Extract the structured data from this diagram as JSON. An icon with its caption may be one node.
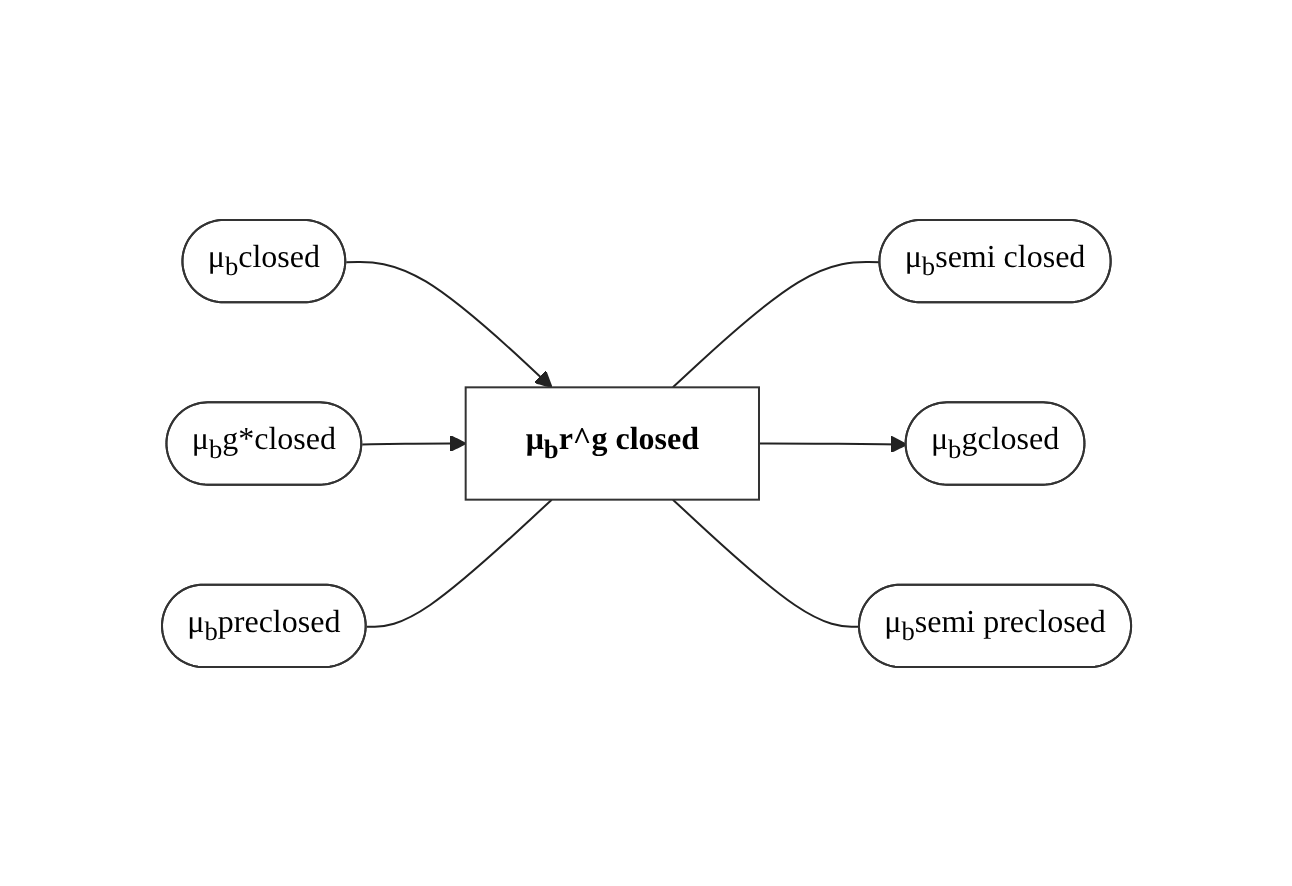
{
  "diagram": {
    "nodes": [
      {
        "text": [
          "μ$_{b}$closed"
        ]
      },
      {
        "text": [
          "μ$_{b}$semi closed"
        ]
      },
      {
        "text": [
          "μ$_{b}$g*closed"
        ]
      },
      {
        "text": [
          "μ$_{b}$r^g closed"
        ]
      },
      {
        "text": [
          "μ$_{b}$gclosed"
        ]
      },
      {
        "text": [
          "μ$_{b}$preclosed"
        ]
      },
      {
        "text": [
          "μ$_{b}$semi preclosed"
        ]
      }
    ],
    "edges": [
      {
        "from": 0,
        "to": 3,
        "arrow": "to"
      },
      {
        "from": 3,
        "to": 1,
        "arrow": "none"
      },
      {
        "from": 2,
        "to": 3,
        "arrow": "to"
      },
      {
        "from": 3,
        "to": 4,
        "arrow": "to"
      },
      {
        "from": 5,
        "to": 3,
        "arrow": "none"
      },
      {
        "from": 3,
        "to": 6,
        "arrow": "none"
      }
    ]
  }
}
